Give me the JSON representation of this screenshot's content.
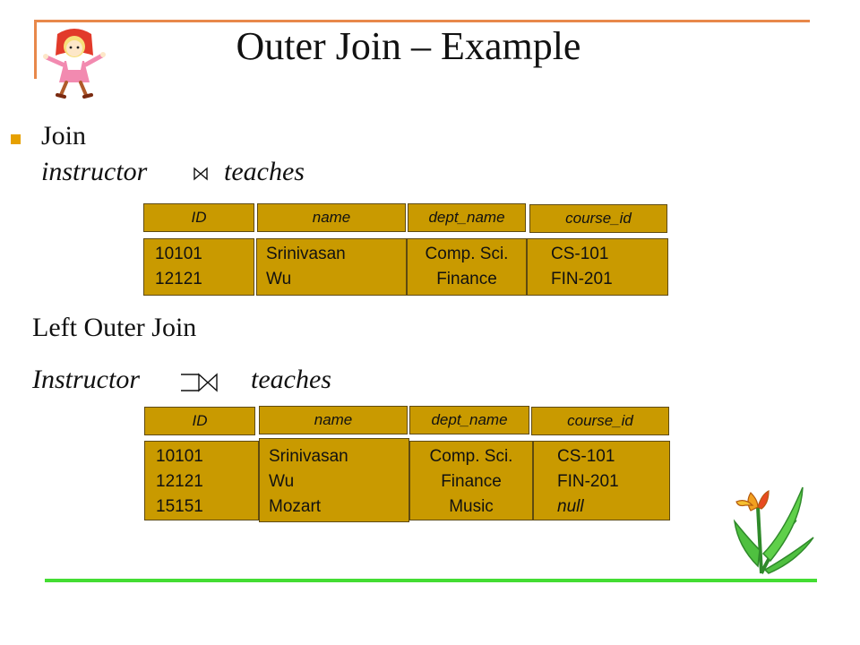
{
  "title": "Outer Join – Example",
  "join": {
    "heading": "Join",
    "left_relation": "instructor",
    "right_relation": "teaches"
  },
  "left_outer": {
    "heading": "Left Outer Join",
    "left_relation": "Instructor",
    "right_relation": "teaches"
  },
  "columns": [
    "ID",
    "name",
    "dept_name",
    "course_id"
  ],
  "join_table": {
    "id": [
      "10101",
      "12121"
    ],
    "name": [
      "Srinivasan",
      "Wu"
    ],
    "dept_name": [
      "Comp. Sci.",
      "Finance"
    ],
    "course_id": [
      "CS-101",
      "FIN-201"
    ]
  },
  "left_outer_table": {
    "id": [
      "10101",
      "12121",
      "15151"
    ],
    "name": [
      "Srinivasan",
      "Wu",
      "Mozart"
    ],
    "dept_name": [
      "Comp. Sci.",
      "Finance",
      "Music"
    ],
    "course_id": [
      "CS-101",
      "FIN-201",
      "null"
    ]
  },
  "icons": [
    "girl-clipart-icon",
    "bowtie-join-icon",
    "left-outer-join-icon",
    "flower-clipart-icon"
  ],
  "colors": {
    "table_fill": "#c99a00",
    "accent_rule": "#e8884a",
    "bottom_rule": "#44dd33",
    "bullet": "#e6a000"
  }
}
